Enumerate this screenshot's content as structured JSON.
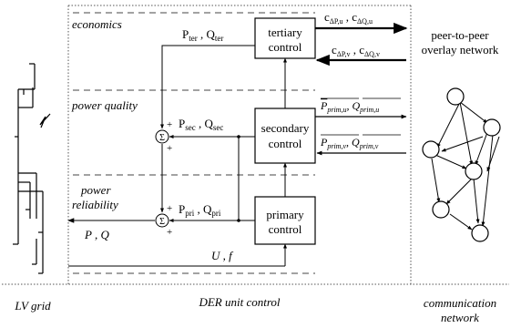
{
  "sections": {
    "economics": "economics",
    "power_quality": "power quality",
    "power_reliability_line1": "power",
    "power_reliability_line2": "reliability"
  },
  "controllers": {
    "tertiary_line1": "tertiary",
    "tertiary_line2": "control",
    "secondary_line1": "secondary",
    "secondary_line2": "control",
    "primary_line1": "primary",
    "primary_line2": "control"
  },
  "signals": {
    "p_ter": "P",
    "p_ter_sub": "ter",
    "q_ter": "Q",
    "q_ter_sub": "ter",
    "p_sec": "P",
    "p_sec_sub": "sec",
    "q_sec": "Q",
    "q_sec_sub": "sec",
    "p_pri": "P",
    "p_pri_sub": "pri",
    "q_pri": "Q",
    "q_pri_sub": "pri",
    "pq": "P , Q",
    "uf": "U , f",
    "sum_symbol": "Σ",
    "plus": "+",
    "c_dp_u": "c",
    "c_dp_u_sub": "ΔP,u",
    "c_dq_u": "c",
    "c_dq_u_sub": "ΔQ,u",
    "c_dp_v": "c",
    "c_dp_v_sub": "ΔP,v",
    "c_dq_v": "c",
    "c_dq_v_sub": "ΔQ,v",
    "p_prim_u": "P",
    "p_prim_u_sub": "prim,u",
    "q_prim_u": "Q",
    "q_prim_u_sub": "prim,u",
    "p_prim_v": "P",
    "p_prim_v_sub": "prim,v",
    "q_prim_v": "Q",
    "q_prim_v_sub": "prim,v"
  },
  "network": {
    "title_line1": "peer-to-peer",
    "title_line2": "overlay network"
  },
  "footer": {
    "lv_grid": "LV grid",
    "der_unit_control": "DER unit control",
    "communication_line1": "communication",
    "communication_line2": "network"
  }
}
